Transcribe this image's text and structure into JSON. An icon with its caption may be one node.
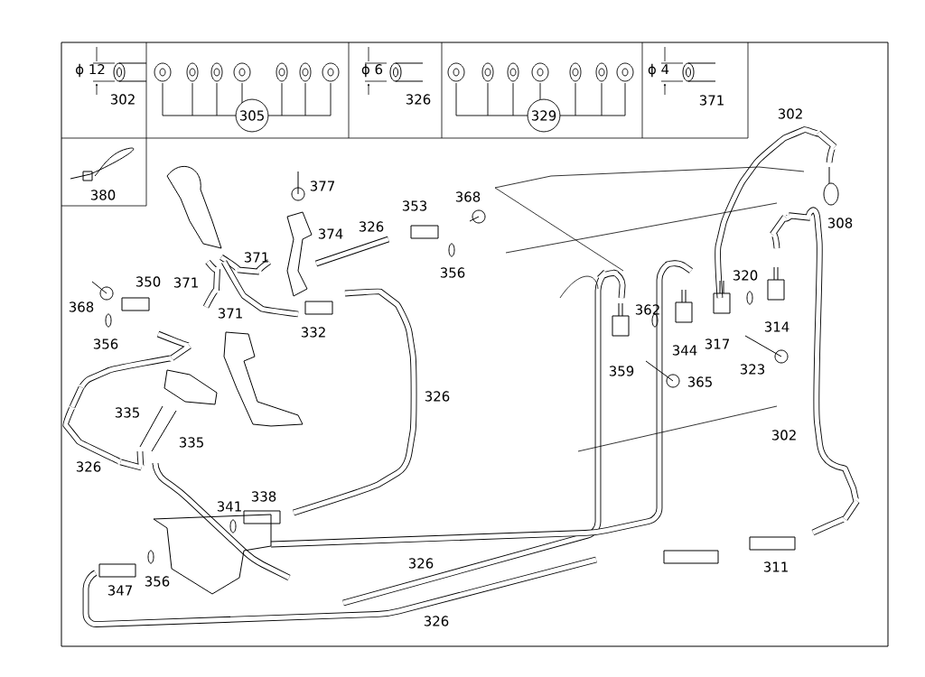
{
  "diagram": {
    "nodes": [
      {
        "text": [
          "305"
        ]
      },
      {
        "text": [
          "329"
        ]
      }
    ],
    "labels": [
      "ϕ 12",
      "302",
      "ϕ 6",
      "326",
      "ϕ 4",
      "371",
      "302",
      "380",
      "377",
      "353",
      "368",
      "374",
      "326",
      "308",
      "371",
      "356",
      "350",
      "371",
      "320",
      "368",
      "362",
      "371",
      "332",
      "314",
      "356",
      "344",
      "317",
      "323",
      "359",
      "365",
      "326",
      "335",
      "302",
      "335",
      "326",
      "341",
      "338",
      "326",
      "311",
      "347",
      "356",
      "326"
    ]
  }
}
